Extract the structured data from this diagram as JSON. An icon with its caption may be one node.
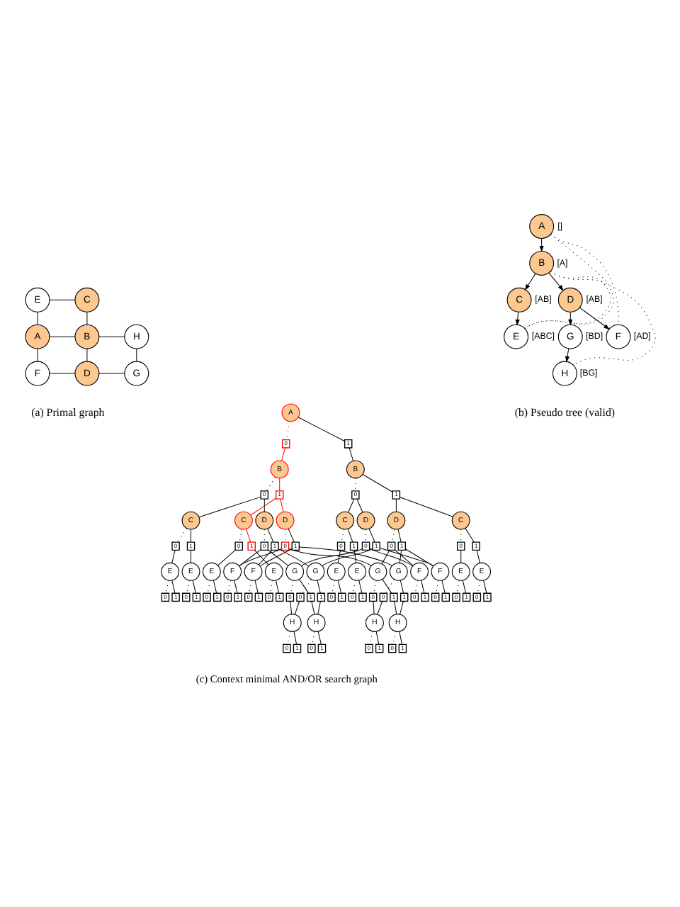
{
  "diagram": {
    "nodes": [
      {
        "text": [
          "E"
        ]
      },
      {
        "text": [
          "C"
        ]
      },
      {
        "text": [
          "A"
        ]
      },
      {
        "text": [
          "B"
        ]
      },
      {
        "text": [
          "H"
        ]
      },
      {
        "text": [
          "F"
        ]
      },
      {
        "text": [
          "D"
        ]
      },
      {
        "text": [
          "G"
        ]
      },
      {
        "text": [
          "A"
        ],
        "beside": [
          "[]"
        ]
      },
      {
        "text": [
          "B"
        ],
        "beside": [
          "[A]"
        ]
      },
      {
        "text": [
          "C"
        ],
        "beside": [
          "[AB]"
        ]
      },
      {
        "text": [
          "D"
        ],
        "beside": [
          "[AB]"
        ]
      },
      {
        "text": [
          "E"
        ],
        "beside": [
          "[ABC]"
        ]
      },
      {
        "text": [
          "G"
        ],
        "beside": [
          "[BD]"
        ]
      },
      {
        "text": [
          "F"
        ],
        "beside": [
          "[AD]"
        ]
      },
      {
        "text": [
          "H"
        ],
        "beside": [
          "[BG]"
        ]
      },
      {
        "text": [
          "A"
        ]
      },
      {
        "text": [
          "0"
        ]
      },
      {
        "text": [
          "1"
        ]
      },
      {
        "text": [
          "B"
        ]
      },
      {
        "text": [
          "B"
        ]
      },
      {
        "text": [
          "0"
        ]
      },
      {
        "text": [
          "1"
        ]
      },
      {
        "text": [
          "0"
        ]
      },
      {
        "text": [
          "1"
        ]
      },
      {
        "text": [
          "C"
        ]
      },
      {
        "text": [
          "D"
        ]
      },
      {
        "text": [
          "C"
        ]
      },
      {
        "text": [
          "D"
        ]
      },
      {
        "text": [
          "C"
        ]
      },
      {
        "text": [
          "D"
        ]
      },
      {
        "text": [
          "C"
        ]
      },
      {
        "text": [
          "D"
        ]
      },
      {
        "text": [
          "0"
        ]
      },
      {
        "text": [
          "1"
        ]
      },
      {
        "text": [
          "0"
        ]
      },
      {
        "text": [
          "1"
        ]
      },
      {
        "text": [
          "0"
        ]
      },
      {
        "text": [
          "1"
        ]
      },
      {
        "text": [
          "0"
        ]
      },
      {
        "text": [
          "1"
        ]
      },
      {
        "text": [
          "0"
        ]
      },
      {
        "text": [
          "1"
        ]
      },
      {
        "text": [
          "0"
        ]
      },
      {
        "text": [
          "1"
        ]
      },
      {
        "text": [
          "0"
        ]
      },
      {
        "text": [
          "1"
        ]
      },
      {
        "text": [
          "0"
        ]
      },
      {
        "text": [
          "1"
        ]
      },
      {
        "text": [
          "E"
        ]
      },
      {
        "text": [
          "E"
        ]
      },
      {
        "text": [
          "G"
        ]
      },
      {
        "text": [
          "F"
        ]
      },
      {
        "text": [
          "E"
        ]
      },
      {
        "text": [
          "E"
        ]
      },
      {
        "text": [
          "G"
        ]
      },
      {
        "text": [
          "F"
        ]
      },
      {
        "text": [
          "E"
        ]
      },
      {
        "text": [
          "E"
        ]
      },
      {
        "text": [
          "G"
        ]
      },
      {
        "text": [
          "F"
        ]
      },
      {
        "text": [
          "E"
        ]
      },
      {
        "text": [
          "E"
        ]
      },
      {
        "text": [
          "G"
        ]
      },
      {
        "text": [
          "F"
        ]
      },
      {
        "text": [
          "0"
        ]
      },
      {
        "text": [
          "1"
        ]
      },
      {
        "text": [
          "0"
        ]
      },
      {
        "text": [
          "1"
        ]
      },
      {
        "text": [
          "0"
        ]
      },
      {
        "text": [
          "1"
        ]
      },
      {
        "text": [
          "0"
        ]
      },
      {
        "text": [
          "1"
        ]
      },
      {
        "text": [
          "0"
        ]
      },
      {
        "text": [
          "1"
        ]
      },
      {
        "text": [
          "0"
        ]
      },
      {
        "text": [
          "1"
        ]
      },
      {
        "text": [
          "0"
        ]
      },
      {
        "text": [
          "1"
        ]
      },
      {
        "text": [
          "0"
        ]
      },
      {
        "text": [
          "1"
        ]
      },
      {
        "text": [
          "0"
        ]
      },
      {
        "text": [
          "1"
        ]
      },
      {
        "text": [
          "0"
        ]
      },
      {
        "text": [
          "1"
        ]
      },
      {
        "text": [
          "0"
        ]
      },
      {
        "text": [
          "1"
        ]
      },
      {
        "text": [
          "0"
        ]
      },
      {
        "text": [
          "1"
        ]
      },
      {
        "text": [
          "0"
        ]
      },
      {
        "text": [
          "1"
        ]
      },
      {
        "text": [
          "0"
        ]
      },
      {
        "text": [
          "1"
        ]
      },
      {
        "text": [
          "0"
        ]
      },
      {
        "text": [
          "1"
        ]
      },
      {
        "text": [
          "0"
        ]
      },
      {
        "text": [
          "1"
        ]
      },
      {
        "text": [
          "H"
        ]
      },
      {
        "text": [
          "H"
        ]
      },
      {
        "text": [
          "H"
        ]
      },
      {
        "text": [
          "H"
        ]
      },
      {
        "text": [
          "0"
        ]
      },
      {
        "text": [
          "1"
        ]
      },
      {
        "text": [
          "0"
        ]
      },
      {
        "text": [
          "1"
        ]
      },
      {
        "text": [
          "0"
        ]
      },
      {
        "text": [
          "1"
        ]
      },
      {
        "text": [
          "0"
        ]
      },
      {
        "text": [
          "1"
        ]
      }
    ],
    "edges": [
      {
        "from": 0,
        "to": 1,
        "arrow": "none"
      },
      {
        "from": 0,
        "to": 2,
        "arrow": "none"
      },
      {
        "from": 1,
        "to": 3,
        "arrow": "none"
      },
      {
        "from": 2,
        "to": 3,
        "arrow": "none"
      },
      {
        "from": 3,
        "to": 4,
        "arrow": "none"
      },
      {
        "from": 2,
        "to": 5,
        "arrow": "none"
      },
      {
        "from": 3,
        "to": 6,
        "arrow": "none"
      },
      {
        "from": 4,
        "to": 7,
        "arrow": "none"
      },
      {
        "from": 5,
        "to": 6,
        "arrow": "none"
      },
      {
        "from": 6,
        "to": 7,
        "arrow": "none"
      },
      {
        "from": 8,
        "to": 9,
        "arrow": "to"
      },
      {
        "from": 9,
        "to": 10,
        "arrow": "to"
      },
      {
        "from": 9,
        "to": 11,
        "arrow": "to"
      },
      {
        "from": 10,
        "to": 12,
        "arrow": "to"
      },
      {
        "from": 11,
        "to": 13,
        "arrow": "to"
      },
      {
        "from": 11,
        "to": 14,
        "arrow": "to"
      },
      {
        "from": 13,
        "to": 15,
        "arrow": "to"
      },
      {
        "from": 8,
        "to": 12,
        "arrow": "none",
        "style": "dashed"
      },
      {
        "from": 8,
        "to": 14,
        "arrow": "none",
        "style": "dashed"
      },
      {
        "from": 9,
        "to": 12,
        "arrow": "none",
        "style": "dashed"
      },
      {
        "from": 9,
        "to": 15,
        "arrow": "none",
        "style": "dashed"
      },
      {
        "from": 16,
        "to": 17,
        "arrow": "none",
        "style": "dashed",
        "color": "#ff0000"
      },
      {
        "from": 16,
        "to": 18,
        "arrow": "none"
      },
      {
        "from": 17,
        "to": 19,
        "arrow": "none",
        "color": "#ff0000"
      },
      {
        "from": 18,
        "to": 20,
        "arrow": "none"
      },
      {
        "from": 19,
        "to": 21,
        "arrow": "none",
        "style": "dashed"
      },
      {
        "from": 19,
        "to": 22,
        "arrow": "none",
        "color": "#ff0000"
      },
      {
        "from": 20,
        "to": 23,
        "arrow": "none",
        "style": "dashed"
      },
      {
        "from": 20,
        "to": 24,
        "arrow": "none"
      },
      {
        "from": 21,
        "to": 25,
        "arrow": "none"
      },
      {
        "from": 21,
        "to": 26,
        "arrow": "none"
      },
      {
        "from": 22,
        "to": 27,
        "arrow": "none",
        "color": "#ff0000"
      },
      {
        "from": 22,
        "to": 28,
        "arrow": "none",
        "color": "#ff0000"
      },
      {
        "from": 23,
        "to": 29,
        "arrow": "none"
      },
      {
        "from": 23,
        "to": 30,
        "arrow": "none"
      },
      {
        "from": 24,
        "to": 31,
        "arrow": "none"
      },
      {
        "from": 24,
        "to": 32,
        "arrow": "none"
      },
      {
        "from": 25,
        "to": 33,
        "arrow": "none",
        "style": "dashed"
      },
      {
        "from": 25,
        "to": 34,
        "arrow": "none"
      },
      {
        "from": 26,
        "to": 35,
        "arrow": "none",
        "style": "dashed"
      },
      {
        "from": 26,
        "to": 36,
        "arrow": "none"
      },
      {
        "from": 27,
        "to": 37,
        "arrow": "none",
        "style": "dashed"
      },
      {
        "from": 27,
        "to": 38,
        "arrow": "none",
        "color": "#ff0000"
      },
      {
        "from": 28,
        "to": 39,
        "arrow": "none",
        "style": "dashed",
        "color": "#ff0000"
      },
      {
        "from": 28,
        "to": 40,
        "arrow": "none"
      },
      {
        "from": 29,
        "to": 41,
        "arrow": "none",
        "style": "dashed"
      },
      {
        "from": 29,
        "to": 42,
        "arrow": "none"
      },
      {
        "from": 30,
        "to": 43,
        "arrow": "none",
        "style": "dashed"
      },
      {
        "from": 30,
        "to": 44,
        "arrow": "none"
      },
      {
        "from": 31,
        "to": 45,
        "arrow": "none",
        "style": "dashed"
      },
      {
        "from": 31,
        "to": 46,
        "arrow": "none"
      },
      {
        "from": 32,
        "to": 47,
        "arrow": "none",
        "style": "dashed"
      },
      {
        "from": 32,
        "to": 48,
        "arrow": "none"
      },
      {
        "from": 33,
        "to": 49,
        "arrow": "none"
      },
      {
        "from": 34,
        "to": 50,
        "arrow": "none"
      },
      {
        "from": 35,
        "to": 51,
        "arrow": "none"
      },
      {
        "from": 35,
        "to": 52,
        "arrow": "none"
      },
      {
        "from": 36,
        "to": 55,
        "arrow": "none"
      },
      {
        "from": 36,
        "to": 56,
        "arrow": "none"
      },
      {
        "from": 37,
        "to": 53,
        "arrow": "none"
      },
      {
        "from": 38,
        "to": 54,
        "arrow": "none"
      },
      {
        "from": 39,
        "to": 59,
        "arrow": "none"
      },
      {
        "from": 39,
        "to": 52,
        "arrow": "none"
      },
      {
        "from": 40,
        "to": 63,
        "arrow": "none"
      },
      {
        "from": 40,
        "to": 56,
        "arrow": "none"
      },
      {
        "from": 41,
        "to": 57,
        "arrow": "none"
      },
      {
        "from": 42,
        "to": 58,
        "arrow": "none"
      },
      {
        "from": 43,
        "to": 51,
        "arrow": "none"
      },
      {
        "from": 43,
        "to": 60,
        "arrow": "none"
      },
      {
        "from": 44,
        "to": 55,
        "arrow": "none"
      },
      {
        "from": 44,
        "to": 64,
        "arrow": "none"
      },
      {
        "from": 45,
        "to": 61,
        "arrow": "none"
      },
      {
        "from": 46,
        "to": 62,
        "arrow": "none"
      },
      {
        "from": 47,
        "to": 59,
        "arrow": "none"
      },
      {
        "from": 47,
        "to": 60,
        "arrow": "none"
      },
      {
        "from": 48,
        "to": 63,
        "arrow": "none"
      },
      {
        "from": 48,
        "to": 64,
        "arrow": "none"
      },
      {
        "from": 49,
        "to": 65,
        "arrow": "none",
        "style": "dashed"
      },
      {
        "from": 49,
        "to": 66,
        "arrow": "none"
      },
      {
        "from": 50,
        "to": 67,
        "arrow": "none",
        "style": "dashed"
      },
      {
        "from": 50,
        "to": 68,
        "arrow": "none"
      },
      {
        "from": 51,
        "to": 69,
        "arrow": "none",
        "style": "dashed"
      },
      {
        "from": 51,
        "to": 70,
        "arrow": "none"
      },
      {
        "from": 52,
        "to": 71,
        "arrow": "none",
        "style": "dashed"
      },
      {
        "from": 52,
        "to": 72,
        "arrow": "none"
      },
      {
        "from": 53,
        "to": 73,
        "arrow": "none",
        "style": "dashed"
      },
      {
        "from": 53,
        "to": 74,
        "arrow": "none"
      },
      {
        "from": 54,
        "to": 75,
        "arrow": "none",
        "style": "dashed"
      },
      {
        "from": 54,
        "to": 76,
        "arrow": "none"
      },
      {
        "from": 55,
        "to": 77,
        "arrow": "none",
        "style": "dashed"
      },
      {
        "from": 55,
        "to": 78,
        "arrow": "none"
      },
      {
        "from": 56,
        "to": 79,
        "arrow": "none",
        "style": "dashed"
      },
      {
        "from": 56,
        "to": 80,
        "arrow": "none"
      },
      {
        "from": 57,
        "to": 81,
        "arrow": "none",
        "style": "dashed"
      },
      {
        "from": 57,
        "to": 82,
        "arrow": "none"
      },
      {
        "from": 58,
        "to": 83,
        "arrow": "none",
        "style": "dashed"
      },
      {
        "from": 58,
        "to": 84,
        "arrow": "none"
      },
      {
        "from": 59,
        "to": 85,
        "arrow": "none",
        "style": "dashed"
      },
      {
        "from": 59,
        "to": 86,
        "arrow": "none"
      },
      {
        "from": 60,
        "to": 87,
        "arrow": "none",
        "style": "dashed"
      },
      {
        "from": 60,
        "to": 88,
        "arrow": "none"
      },
      {
        "from": 61,
        "to": 89,
        "arrow": "none",
        "style": "dashed"
      },
      {
        "from": 61,
        "to": 90,
        "arrow": "none"
      },
      {
        "from": 62,
        "to": 91,
        "arrow": "none",
        "style": "dashed"
      },
      {
        "from": 62,
        "to": 92,
        "arrow": "none"
      },
      {
        "from": 63,
        "to": 93,
        "arrow": "none",
        "style": "dashed"
      },
      {
        "from": 63,
        "to": 94,
        "arrow": "none"
      },
      {
        "from": 64,
        "to": 95,
        "arrow": "none",
        "style": "dashed"
      },
      {
        "from": 64,
        "to": 96,
        "arrow": "none"
      },
      {
        "from": 69,
        "to": 97,
        "arrow": "none"
      },
      {
        "from": 70,
        "to": 98,
        "arrow": "none"
      },
      {
        "from": 77,
        "to": 97,
        "arrow": "none"
      },
      {
        "from": 78,
        "to": 98,
        "arrow": "none"
      },
      {
        "from": 85,
        "to": 99,
        "arrow": "none"
      },
      {
        "from": 86,
        "to": 100,
        "arrow": "none"
      },
      {
        "from": 93,
        "to": 99,
        "arrow": "none"
      },
      {
        "from": 94,
        "to": 100,
        "arrow": "none"
      },
      {
        "from": 97,
        "to": 101,
        "arrow": "none",
        "style": "dashed"
      },
      {
        "from": 97,
        "to": 102,
        "arrow": "none"
      },
      {
        "from": 98,
        "to": 103,
        "arrow": "none",
        "style": "dashed"
      },
      {
        "from": 98,
        "to": 104,
        "arrow": "none"
      },
      {
        "from": 99,
        "to": 105,
        "arrow": "none",
        "style": "dashed"
      },
      {
        "from": 99,
        "to": 106,
        "arrow": "none"
      },
      {
        "from": 100,
        "to": 107,
        "arrow": "none",
        "style": "dashed"
      },
      {
        "from": 100,
        "to": 108,
        "arrow": "none"
      }
    ],
    "labels": [
      "(a) Primal graph",
      "(b) Pseudo tree (valid)",
      "(c) Context minimal AND/OR search graph"
    ]
  }
}
